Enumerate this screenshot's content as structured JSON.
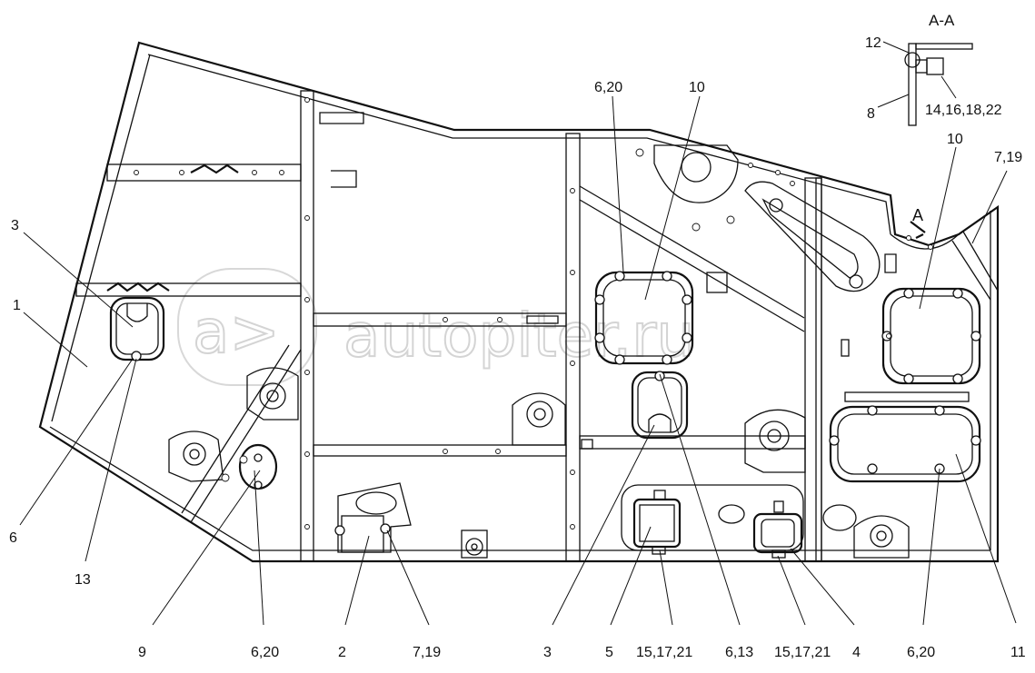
{
  "section": {
    "title": "A-A",
    "view_mark": "A"
  },
  "watermark": "autopiter.ru",
  "labels": {
    "l1": "1",
    "l3": "3",
    "l6": "6",
    "l13": "13",
    "l9": "9",
    "l620_left": "6,20",
    "l2": "2",
    "l719_bottom": "7,19",
    "l3_bottom": "3",
    "l5": "5",
    "l151721_a": "15,17,21",
    "l613": "6,13",
    "l151721_b": "15,17,21",
    "l4": "4",
    "l620_bottom_right": "6,20",
    "l11": "11",
    "l620_top": "6,20",
    "l10_top": "10",
    "l10_right": "10",
    "l719_right": "7,19",
    "l12": "12",
    "l8": "8",
    "l14161822": "14,16,18,22"
  }
}
